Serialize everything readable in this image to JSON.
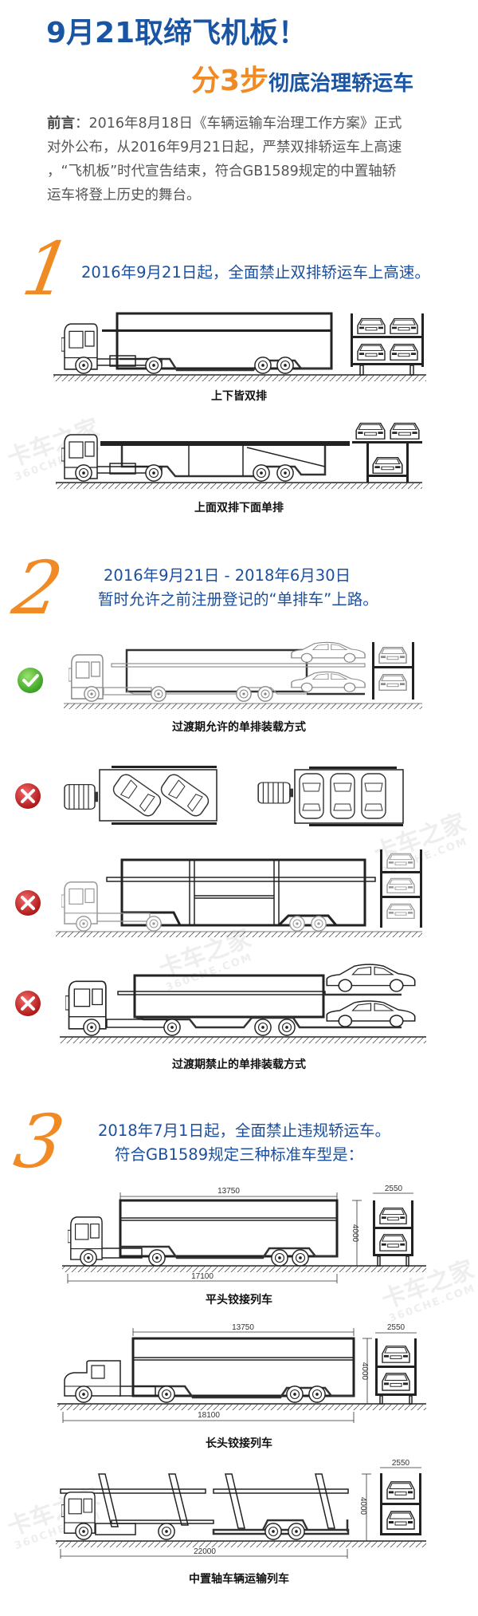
{
  "header": {
    "title": "9月21取缔飞机板！",
    "subtitle_highlight": "分3步",
    "subtitle_rest": "彻底治理轿运车"
  },
  "intro": {
    "label": "前言",
    "lines": [
      "：2016年8月18日《车辆运输车治理工作方案》正式",
      "对外公布，从2016年9月21日起，严禁双排轿运车上高速",
      "，“飞机板”时代宣告结束，符合GB1589规定的中置轴轿",
      "运车将登上历史的舞台。"
    ]
  },
  "steps": [
    {
      "number": "1",
      "lines": [
        "2016年9月21日起，全面禁止双排轿运车上高速。"
      ],
      "figures": [
        {
          "caption": "上下皆双排"
        },
        {
          "caption": "上面双排下面单排"
        }
      ]
    },
    {
      "number": "2",
      "lines": [
        "2016年9月21日 - 2018年6月30日",
        "暂时允许之前注册登记的“单排车”上路。"
      ],
      "allowed_caption": "过渡期允许的单排装载方式",
      "forbidden_caption": "过渡期禁止的单排装载方式"
    },
    {
      "number": "3",
      "lines": [
        "2018年7月1日起，全面禁止违规轿运车。",
        "符合GB1589规定三种标准车型是："
      ],
      "models": [
        {
          "name": "平头铰接列车",
          "length": "13750",
          "total_length": "17100",
          "height": "4000",
          "width": "2550"
        },
        {
          "name": "长头铰接列车",
          "length": "13750",
          "total_length": "18100",
          "height": "4000",
          "width": "2550"
        },
        {
          "name": "中置轴车辆运输列车",
          "total_length": "22000",
          "height": "4000",
          "width": "2550"
        }
      ]
    }
  ],
  "status_icons": {
    "allowed": "check-icon",
    "forbidden": "cross-icon"
  },
  "watermark": {
    "brand": "卡车之家",
    "site": "360CHE.COM"
  },
  "colors": {
    "title_blue": "#1a55a3",
    "accent_orange": "#f08a24",
    "allowed_green": "#3fb52a",
    "forbidden_red": "#c81e1e"
  }
}
